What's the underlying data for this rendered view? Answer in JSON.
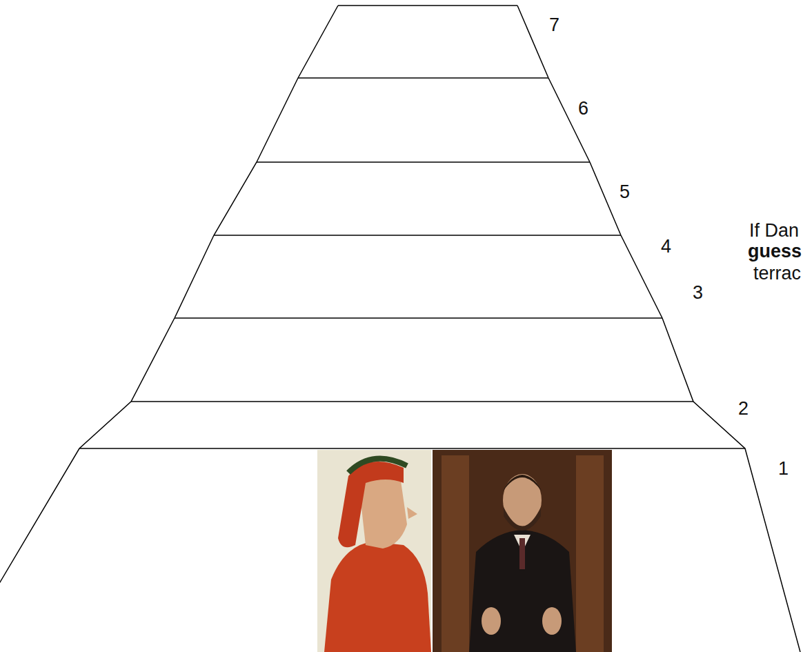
{
  "diagram": {
    "labels": [
      "7",
      "6",
      "5",
      "If Dan",
      "4",
      "guess",
      "terrac",
      "3",
      "2",
      "1"
    ]
  }
}
